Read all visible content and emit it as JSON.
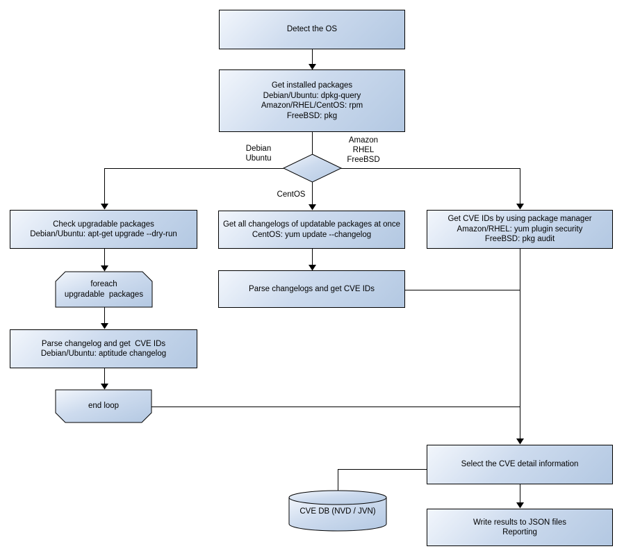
{
  "nodes": {
    "detect_os": "Detect the OS",
    "get_installed_packages": "Get installed packages\nDebian/Ubuntu: dpkg-query\nAmazon/RHEL/CentOS: rpm\nFreeBSD: pkg",
    "check_upgradable_packages": "Check upgradable packages\nDebian/Ubuntu: apt-get upgrade --dry-run",
    "foreach_loop_start": "foreach\nupgradable  packages",
    "parse_changelog_debian": "Parse changelog and get  CVE IDs\nDebian/Ubuntu: aptitude changelog",
    "end_loop": "end loop",
    "get_all_changelogs": "Get all changelogs of updatable packages at once\nCentOS: yum update --changelog",
    "parse_changelogs": "Parse changelogs and get CVE IDs",
    "get_cve_ids_package_manager": "Get CVE IDs by using package manager\nAmazon/RHEL: yum plugin security\nFreeBSD: pkg audit",
    "select_cve_detail": "Select the CVE detail information",
    "cve_db": "CVE DB (NVD / JVN)",
    "write_results": "Write results to JSON files\nReporting"
  },
  "edge_labels": {
    "left_branch": "Debian\nUbuntu",
    "right_branch": "Amazon\nRHEL\nFreeBSD",
    "down_branch": "CentOS"
  },
  "colors": {
    "node_fill_light": "#f2f6fc",
    "node_fill_dark": "#b3c8e2",
    "node_border": "#000000",
    "connector": "#000000",
    "background": "#ffffff"
  }
}
